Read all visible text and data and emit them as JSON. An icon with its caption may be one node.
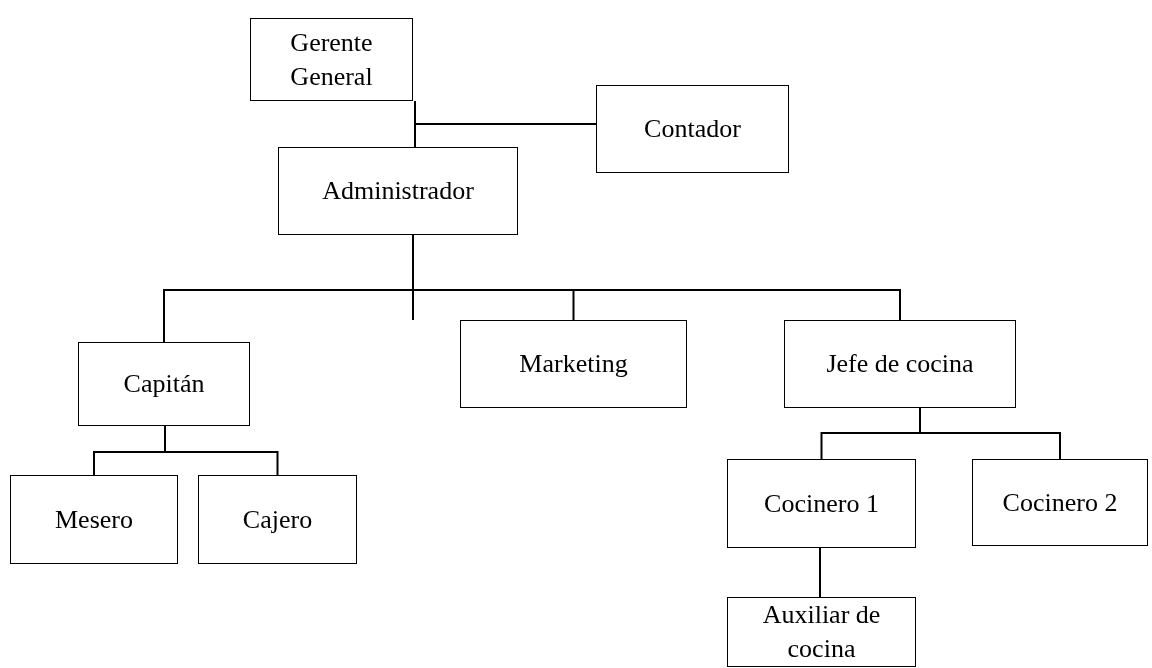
{
  "diagram": {
    "nodes": [
      {
        "text": [
          "Gerente General"
        ]
      },
      {
        "text": [
          "Contador"
        ]
      },
      {
        "text": [
          "Administrador"
        ]
      },
      {
        "text": [
          "Capitán"
        ]
      },
      {
        "text": [
          "Marketing"
        ]
      },
      {
        "text": [
          "Jefe de cocina"
        ]
      },
      {
        "text": [
          "Mesero"
        ]
      },
      {
        "text": [
          "Cajero"
        ]
      },
      {
        "text": [
          "Cocinero 1"
        ]
      },
      {
        "text": [
          "Cocinero 2"
        ]
      },
      {
        "text": [
          "Auxiliar de cocina"
        ]
      }
    ],
    "edges": [
      {
        "from": 0,
        "to": 2,
        "arrow": "none"
      },
      {
        "from": 0,
        "to": 1,
        "arrow": "none"
      },
      {
        "from": 2,
        "to": 3,
        "arrow": "none"
      },
      {
        "from": 2,
        "to": 4,
        "arrow": "none"
      },
      {
        "from": 2,
        "to": 5,
        "arrow": "none"
      },
      {
        "from": 3,
        "to": 6,
        "arrow": "none"
      },
      {
        "from": 3,
        "to": 7,
        "arrow": "none"
      },
      {
        "from": 5,
        "to": 8,
        "arrow": "none"
      },
      {
        "from": 5,
        "to": 9,
        "arrow": "none"
      },
      {
        "from": 8,
        "to": 10,
        "arrow": "none"
      }
    ]
  }
}
